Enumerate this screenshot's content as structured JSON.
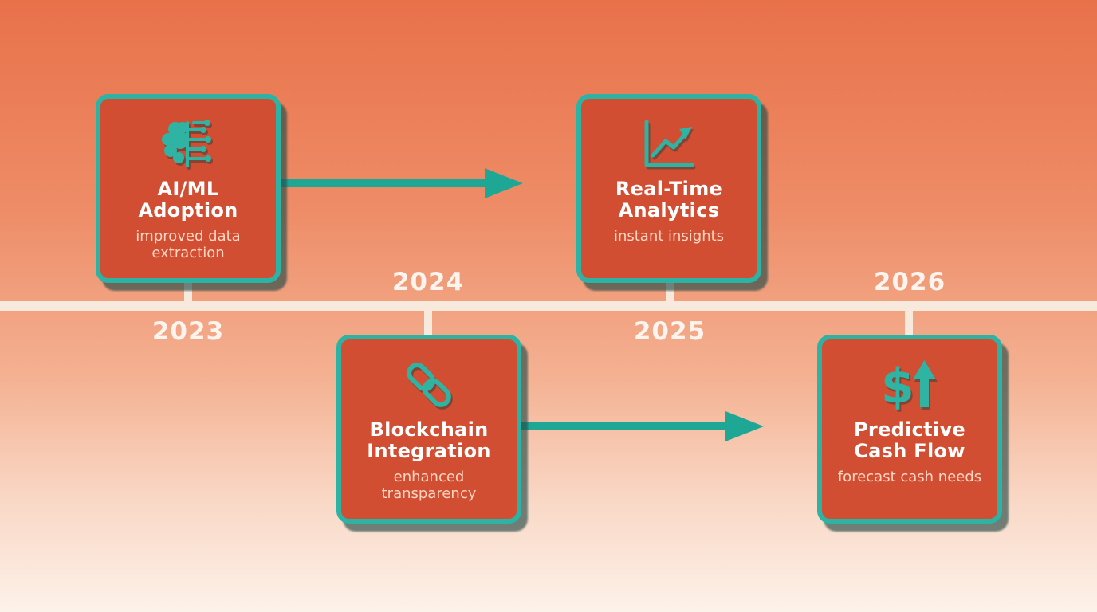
{
  "diagram": {
    "type": "timeline",
    "palette": {
      "background_top": "#e8714a",
      "background_bottom": "#fdf2e9",
      "card_fill": "#d14e33",
      "card_border": "#2cb3a3",
      "card_shadow": "#26524c",
      "arrow": "#1fa796",
      "timeline_line": "#f8e9dd",
      "title_text": "#ffffff",
      "subtitle_text": "#ffd6c2"
    }
  },
  "milestones": [
    {
      "year": "2023",
      "title_line1": "AI/ML",
      "title_line2": "Adoption",
      "subtitle": "improved data extraction",
      "icon": "brain-circuit-icon",
      "position": "above-line"
    },
    {
      "year": "2024",
      "title_line1": "Blockchain",
      "title_line2": "Integration",
      "subtitle": "enhanced transparency",
      "icon": "chain-link-icon",
      "position": "below-line"
    },
    {
      "year": "2025",
      "title_line1": "Real-Time",
      "title_line2": "Analytics",
      "subtitle": "instant insights",
      "icon": "line-chart-icon",
      "position": "above-line"
    },
    {
      "year": "2026",
      "title_line1": "Predictive",
      "title_line2": "Cash Flow",
      "subtitle": "forecast cash needs",
      "icon": "dollar-up-arrow-icon",
      "position": "below-line"
    }
  ]
}
